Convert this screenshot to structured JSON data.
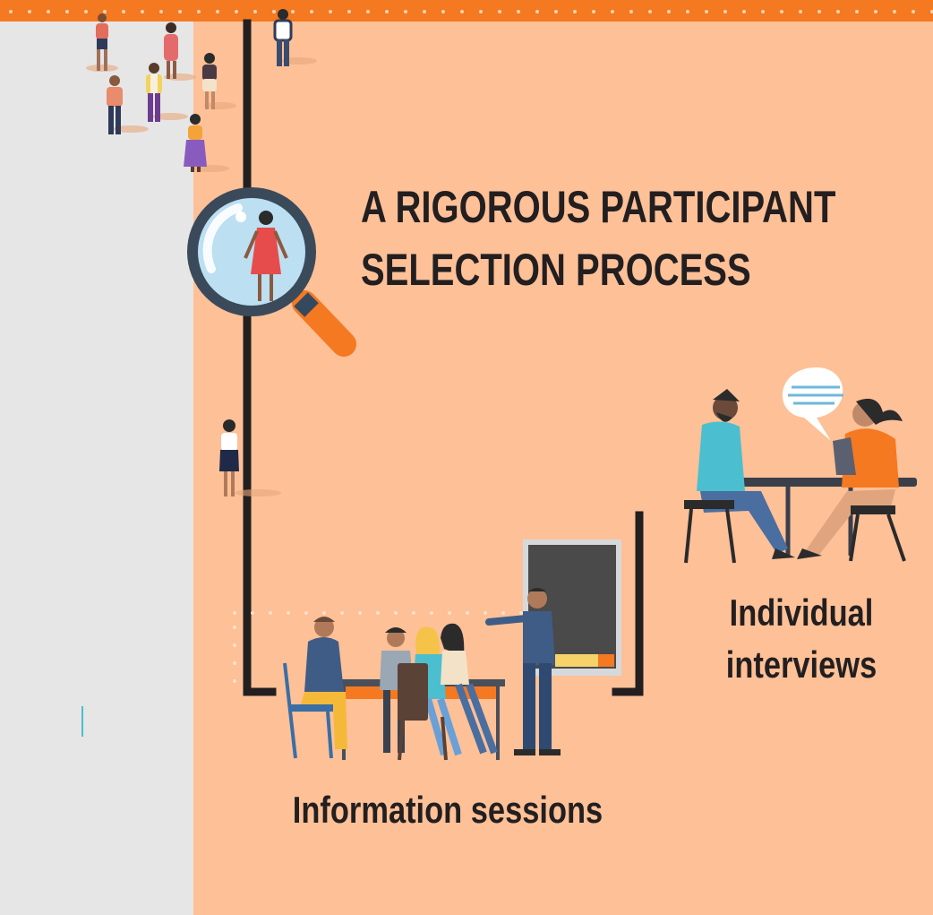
{
  "title": {
    "line1": "A RIGOROUS PARTICIPANT",
    "line2": "SELECTION PROCESS"
  },
  "steps": {
    "individual": {
      "line1": "Individual",
      "line2": "interviews",
      "icon": "interview-icon"
    },
    "sessions": {
      "label": "Information sessions",
      "icon": "classroom-icon"
    }
  },
  "colors": {
    "orange_accent": "#f47920",
    "panel_background": "#fdc097",
    "left_background": "#e6e6e6",
    "text_dark": "#231f20"
  },
  "icons": [
    "magnifying-glass-icon",
    "crowd-icon",
    "interview-icon",
    "classroom-icon"
  ]
}
